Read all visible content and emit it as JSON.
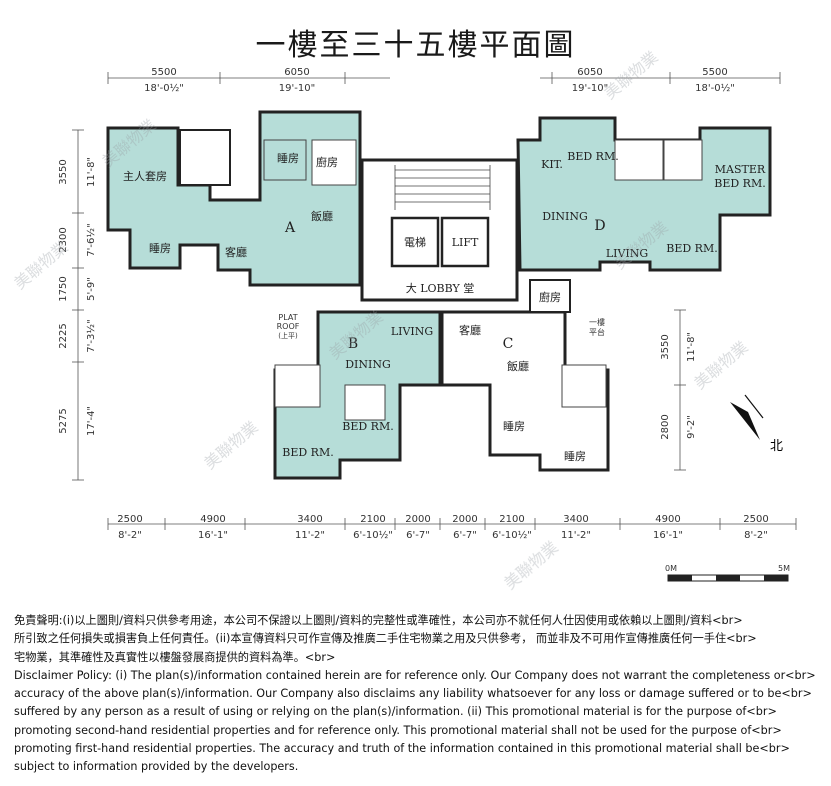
{
  "title": "一樓至三十五樓平面圖",
  "dimensions": {
    "top": [
      {
        "mm": "5500",
        "ft": "18'-0½\""
      },
      {
        "mm": "6050",
        "ft": "19'-10\""
      },
      {
        "mm": "6050",
        "ft": "19'-10\""
      },
      {
        "mm": "5500",
        "ft": "18'-0½\""
      }
    ],
    "left": [
      {
        "mm": "3550",
        "ft": "11'-8\""
      },
      {
        "mm": "2300",
        "ft": "7'-6½\""
      },
      {
        "mm": "1750",
        "ft": "5'-9\""
      },
      {
        "mm": "2225",
        "ft": "7'-3½\""
      },
      {
        "mm": "5275",
        "ft": "17'-4\""
      }
    ],
    "right": [
      {
        "mm": "3550",
        "ft": "11'-8\""
      },
      {
        "mm": "2800",
        "ft": "9'-2\""
      }
    ],
    "bottom": [
      {
        "mm": "2500",
        "ft": "8'-2\""
      },
      {
        "mm": "4900",
        "ft": "16'-1\""
      },
      {
        "mm": "3400",
        "ft": "11'-2\""
      },
      {
        "mm": "2100",
        "ft": "6'-10½\""
      },
      {
        "mm": "2000",
        "ft": "6'-7\""
      },
      {
        "mm": "2000",
        "ft": "6'-7\""
      },
      {
        "mm": "2100",
        "ft": "6'-10½\""
      },
      {
        "mm": "3400",
        "ft": "11'-2\""
      },
      {
        "mm": "4900",
        "ft": "16'-1\""
      },
      {
        "mm": "2500",
        "ft": "8'-2\""
      }
    ]
  },
  "rooms": {
    "a_master": "主人套房",
    "a_bed": "睡房",
    "a_bed2": "睡房",
    "a_kitchen": "廚房",
    "a_dining": "飯廳",
    "a_living": "客廳",
    "a_letter": "A",
    "d_kit": "KIT.",
    "d_bed": "BED RM.",
    "d_master1": "MASTER",
    "d_master2": "BED RM.",
    "d_dining": "DINING",
    "d_letter": "D",
    "d_living": "LIVING",
    "d_bed2": "BED RM.",
    "lift1": "電梯",
    "lift2": "LIFT",
    "lobby": "大 LOBBY 堂",
    "b_letter": "B",
    "b_living": "LIVING",
    "b_dining": "DINING",
    "b_bed": "BED RM.",
    "b_bed2": "BED RM.",
    "c_letter": "C",
    "c_living": "客廳",
    "c_dining": "飯廳",
    "c_kitchen": "廚房",
    "c_bed": "睡房",
    "c_bed2": "睡房",
    "flat_roof1": "PLAT",
    "flat_roof2": "ROOF",
    "flat_roof3": "(上平)",
    "balcony1": "一樓",
    "balcony2": "平台"
  },
  "north": "北",
  "scale": {
    "start": "0M",
    "end": "5M"
  },
  "watermark": "美聯物業",
  "disclaimer_lines": [
    "免責聲明:(i)以上圖則/資料只供參考用途，本公司不保證以上圖則/資料的完整性或準確性，本公司亦不就任何人仕因使用或依賴以上圖則/資料<br>",
    "所引致之任何損失或損害負上任何責任。(ii)本宣傳資料只可作宣傳及推廣二手住宅物業之用及只供參考， 而並非及不可用作宣傳推廣任何一手住<br>",
    "宅物業，其準確性及真實性以樓盤發展商提供的資料為準。<br>",
    "Disclaimer Policy: (i) The plan(s)/information contained herein are for reference only. Our Company does not warrant the completeness or<br>",
    "accuracy of the above plan(s)/information. Our Company also disclaims any liability whatsoever for any loss or damage suffered or to be<br>",
    "suffered by any person as a result of using or relying on the plan(s)/information. (ii) This promotional material is for the purpose of<br>",
    "promoting second-hand residential properties and for reference only. This promotional material shall not be used for the purpose of<br>",
    "promoting first-hand residential properties. The accuracy and truth of the information contained in this promotional material shall be<br>",
    "subject to information provided by the developers."
  ]
}
